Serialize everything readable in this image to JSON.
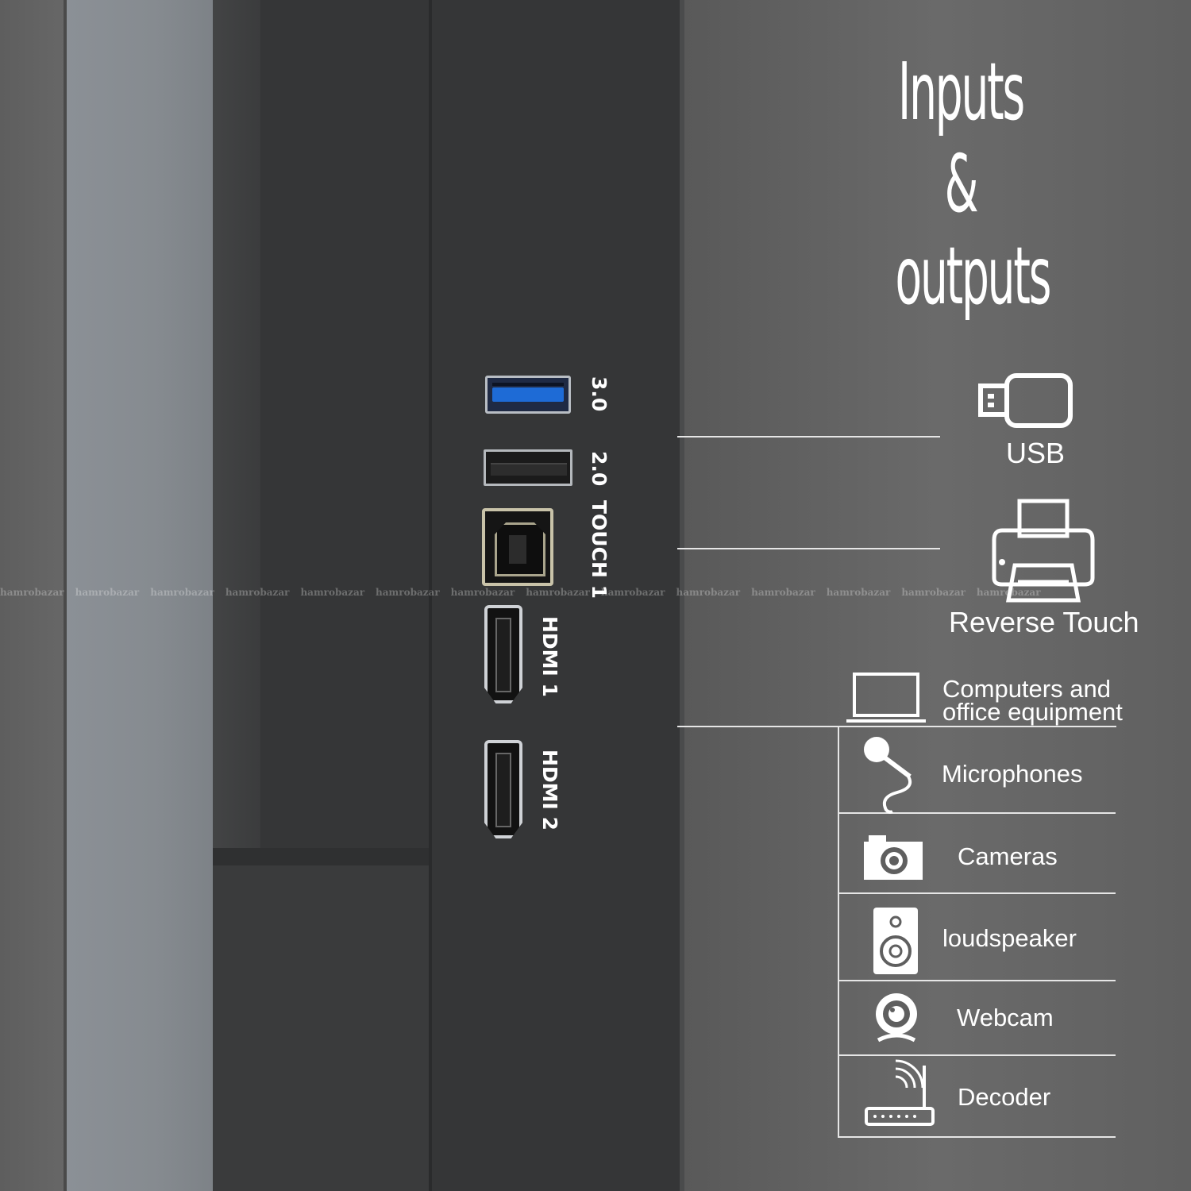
{
  "title": {
    "line1": "Inputs &",
    "line2": "outputs"
  },
  "ports": {
    "usb3": "3.0",
    "usb2": "2.0",
    "touch": "TOUCH 1",
    "hdmi1": "HDMI 1",
    "hdmi2": "HDMI 2"
  },
  "features": {
    "usb": "USB",
    "reverse_touch": "Reverse Touch",
    "computers_line1": "Computers and",
    "computers_line2": "office equipment"
  },
  "devices": [
    {
      "label": "Microphones",
      "icon": "microphone-icon"
    },
    {
      "label": "Cameras",
      "icon": "camera-icon"
    },
    {
      "label": "loudspeaker",
      "icon": "loudspeaker-icon"
    },
    {
      "label": "Webcam",
      "icon": "webcam-icon"
    },
    {
      "label": "Decoder",
      "icon": "decoder-icon"
    }
  ],
  "watermark": "hamrobazar",
  "colors": {
    "usb3_blue": "#1e6bd6",
    "line": "#e6e6e6",
    "text": "#ffffff"
  }
}
